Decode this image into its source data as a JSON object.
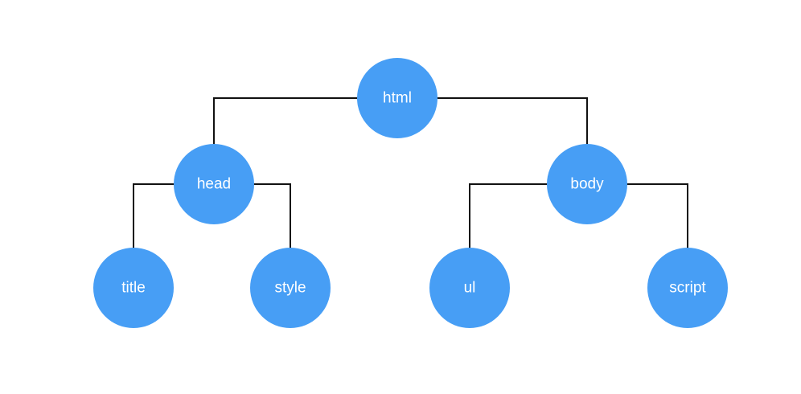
{
  "diagram": {
    "type": "tree",
    "colors": {
      "node_fill": "#479ef5",
      "node_text": "#ffffff",
      "edge": "#111111",
      "background": "#ffffff"
    },
    "nodes": [
      {
        "id": "html",
        "label": "html"
      },
      {
        "id": "head",
        "label": "head"
      },
      {
        "id": "body",
        "label": "body"
      },
      {
        "id": "title",
        "label": "title"
      },
      {
        "id": "style",
        "label": "style"
      },
      {
        "id": "ul",
        "label": "ul"
      },
      {
        "id": "script",
        "label": "script"
      }
    ],
    "edges": [
      {
        "from": "html",
        "to": "head"
      },
      {
        "from": "html",
        "to": "body"
      },
      {
        "from": "head",
        "to": "title"
      },
      {
        "from": "head",
        "to": "style"
      },
      {
        "from": "body",
        "to": "ul"
      },
      {
        "from": "body",
        "to": "script"
      }
    ]
  }
}
